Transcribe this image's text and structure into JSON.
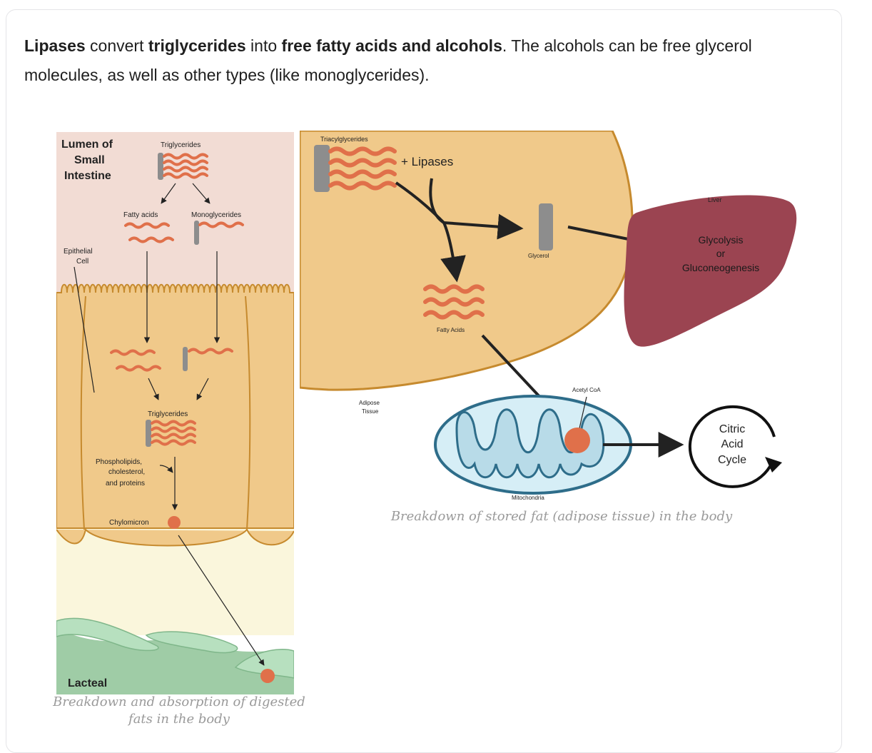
{
  "intro": {
    "t1": "Lipases",
    "t2": " convert ",
    "t3": "triglycerides",
    "t4": " into ",
    "t5": "free fatty acids and alcohols",
    "t6": ". The alcohols can be free glycerol molecules, as well as other types (like monoglycerides)."
  },
  "left_figure": {
    "lumen_1": "Lumen of",
    "lumen_2": "Small",
    "lumen_3": "Intestine",
    "triglycerides_top": "Triglycerides",
    "fatty_acids": "Fatty acids",
    "monoglycerides": "Monoglycerides",
    "epithelial_1": "Epithelial",
    "epithelial_2": "Cell",
    "triglycerides_mid": "Triglycerides",
    "phospho_1": "Phospholipids,",
    "phospho_2": "cholesterol,",
    "phospho_3": "and proteins",
    "chylomicron": "Chylomicron",
    "lacteal": "Lacteal",
    "caption_1": "Breakdown and absorption of digested",
    "caption_2": "fats in the body"
  },
  "right_figure": {
    "triacylglycerides": "Triacylglycerides",
    "lipases": "+  Lipases",
    "glycerol": "Glycerol",
    "liver": "Liver",
    "glyco_1": "Glycolysis",
    "glyco_2": "or",
    "glyco_3": "Gluconeogenesis",
    "fatty_acids": "Fatty Acids",
    "adipose_1": "Adipose",
    "adipose_2": "Tissue",
    "acetyl": "Acetyl CoA",
    "mitochondria": "Mitochondria",
    "citric_1": "Citric",
    "citric_2": "Acid",
    "citric_3": "Cycle",
    "caption": "Breakdown of stored fat (adipose tissue) in the body"
  },
  "colors": {
    "lumen": "#f2dcd4",
    "cell": "#f0c98a",
    "cell_line": "#c68a2e",
    "fat_chain": "#e0704a",
    "glycerol": "#8d8d8d",
    "lacteal": "#9fcca6",
    "liver": "#9b4451",
    "mito": "#d6eef6"
  }
}
